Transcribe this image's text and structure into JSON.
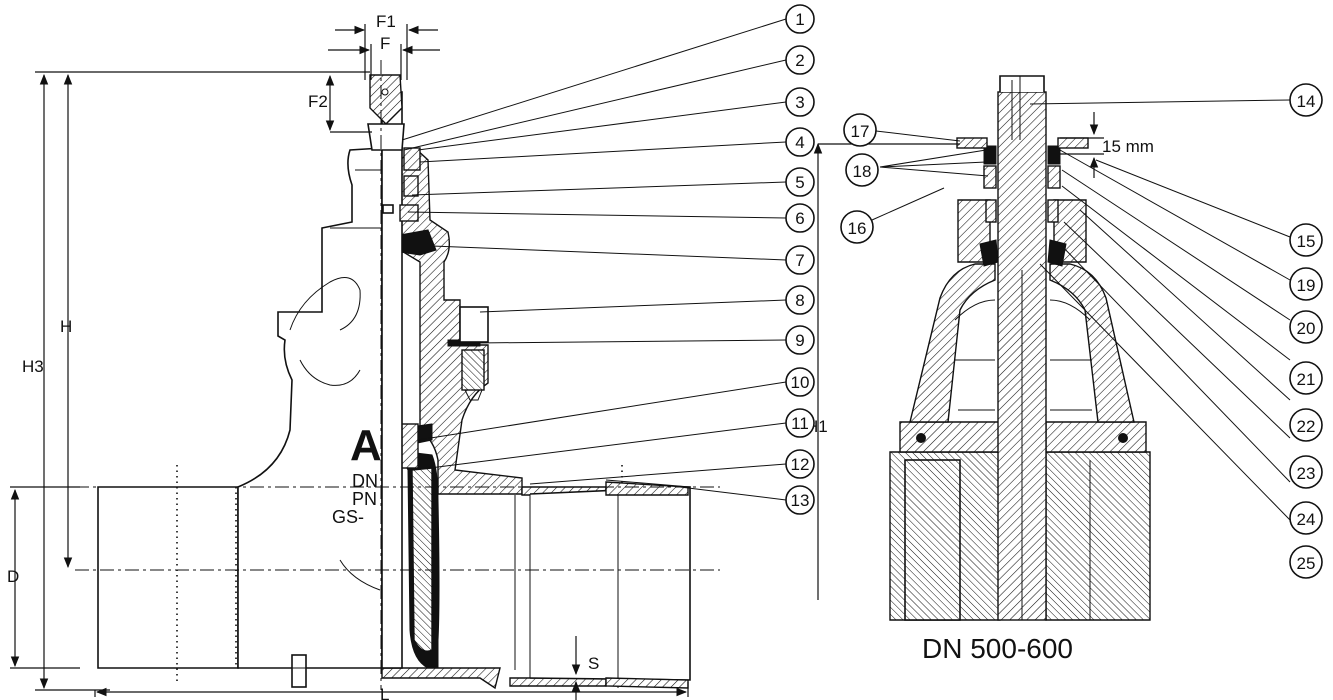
{
  "dimensions": {
    "F1": "F1",
    "F": "F",
    "F2": "F2",
    "H": "H",
    "H3": "H3",
    "H1": "H1",
    "D": "D",
    "L": "L",
    "S": "S",
    "gap": "15 mm"
  },
  "markings": {
    "dn": "DN",
    "pn": "PN",
    "gs": "GS-"
  },
  "detail_label": "DN 500-600",
  "callouts": [
    "1",
    "2",
    "3",
    "4",
    "5",
    "6",
    "7",
    "8",
    "9",
    "10",
    "11",
    "12",
    "13",
    "14",
    "15",
    "16",
    "17",
    "18",
    "19",
    "20",
    "21",
    "22",
    "23",
    "24",
    "25"
  ]
}
